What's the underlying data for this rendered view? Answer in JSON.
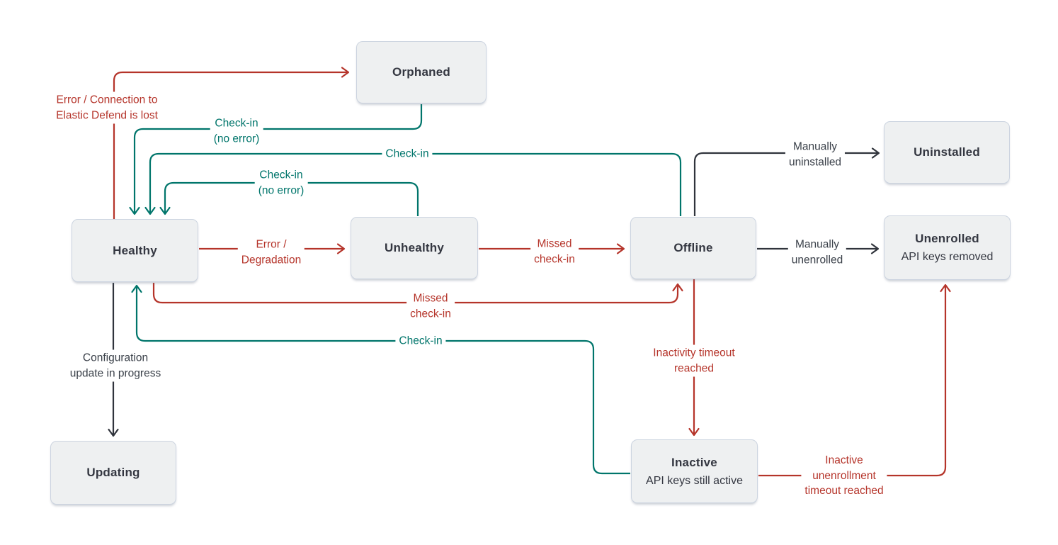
{
  "diagram": {
    "kind": "state-transition-diagram",
    "colors": {
      "error": "#b5342a",
      "success": "#00756b",
      "neutral": "#30343c",
      "node_fill": "#eef0f1",
      "node_border": "#ccd4e0",
      "node_text": "#343741",
      "background": "#ffffff"
    },
    "nodes": {
      "orphaned": {
        "label": "Orphaned"
      },
      "uninstalled": {
        "label": "Uninstalled"
      },
      "healthy": {
        "label": "Healthy"
      },
      "unhealthy": {
        "label": "Unhealthy"
      },
      "offline": {
        "label": "Offline"
      },
      "unenrolled": {
        "label": "Unenrolled",
        "sublabel": "API keys removed"
      },
      "updating": {
        "label": "Updating"
      },
      "inactive": {
        "label": "Inactive",
        "sublabel": "API keys still active"
      }
    },
    "edges": {
      "healthy_orphaned": {
        "from": "Healthy",
        "to": "Orphaned",
        "color": "error",
        "lines": [
          "Error / Connection to",
          "Elastic Defend is lost"
        ]
      },
      "orphaned_healthy": {
        "from": "Orphaned",
        "to": "Healthy",
        "color": "success",
        "lines": [
          "Check-in",
          "(no error)"
        ]
      },
      "offline_healthy": {
        "from": "Offline",
        "to": "Healthy",
        "color": "success",
        "lines": [
          "Check-in"
        ]
      },
      "unhealthy_healthy": {
        "from": "Unhealthy",
        "to": "Healthy",
        "color": "success",
        "lines": [
          "Check-in",
          "(no error)"
        ]
      },
      "healthy_unhealthy": {
        "from": "Healthy",
        "to": "Unhealthy",
        "color": "error",
        "lines": [
          "Error /",
          "Degradation"
        ]
      },
      "unhealthy_offline": {
        "from": "Unhealthy",
        "to": "Offline",
        "color": "error",
        "lines": [
          "Missed",
          "check-in"
        ]
      },
      "offline_uninstalled": {
        "from": "Offline",
        "to": "Uninstalled",
        "color": "neutral",
        "lines": [
          "Manually",
          "uninstalled"
        ]
      },
      "offline_unenrolled": {
        "from": "Offline",
        "to": "Unenrolled",
        "color": "neutral",
        "lines": [
          "Manually",
          "unenrolled"
        ]
      },
      "healthy_offline": {
        "from": "Healthy",
        "to": "Offline",
        "color": "error",
        "lines": [
          "Missed",
          "check-in"
        ]
      },
      "inactive_healthy": {
        "from": "Inactive",
        "to": "Healthy",
        "color": "success",
        "lines": [
          "Check-in"
        ]
      },
      "offline_inactive": {
        "from": "Offline",
        "to": "Inactive",
        "color": "error",
        "lines": [
          "Inactivity timeout",
          "reached"
        ]
      },
      "inactive_unenrolled": {
        "from": "Inactive",
        "to": "Unenrolled",
        "color": "error",
        "lines": [
          "Inactive",
          "unenrollment",
          "timeout reached"
        ]
      },
      "healthy_updating": {
        "from": "Healthy",
        "to": "Updating",
        "color": "neutral",
        "lines": [
          "Configuration",
          "update in progress"
        ]
      }
    }
  }
}
